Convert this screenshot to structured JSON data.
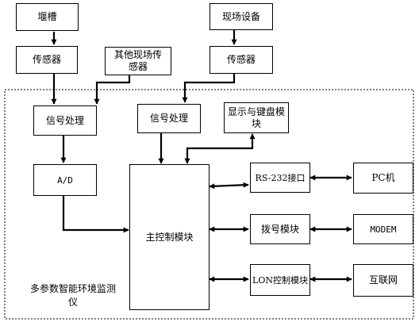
{
  "nodes": {
    "weir": "堰槽",
    "field_device": "现场设备",
    "sensor_left": "传感器",
    "other_sensor": "其他现场传感器",
    "sensor_right": "传感器",
    "signal_left": "信号处理",
    "signal_mid": "信号处理",
    "display": "显示与键盘模块",
    "ad": "A/D",
    "main_ctrl": "主控制模块",
    "rs232": "RS-232接口",
    "dial": "拨号模块",
    "lon": "LON控制模块",
    "pc": "PC机",
    "modem": "MODEM",
    "internet": "互联网"
  },
  "system_label": "多参数智能环境监测仪"
}
